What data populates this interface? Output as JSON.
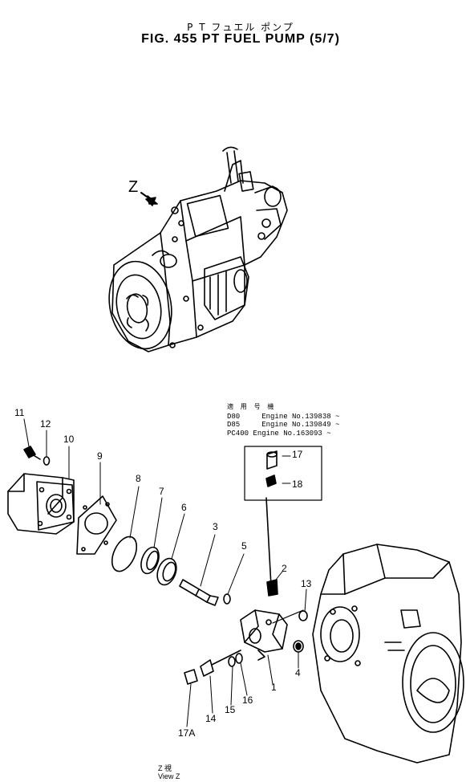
{
  "header": {
    "title_jp": "P T  フュエル ポンプ",
    "title": "FIG. 455  PT FUEL PUMP (5/7)"
  },
  "view_arrow_label": "Z",
  "applicability": {
    "header_jp": "適 用 号 機",
    "rows": [
      {
        "model": "D80",
        "engine": "Engine No.139838 ~"
      },
      {
        "model": "D85",
        "engine": "Engine No.139849 ~"
      },
      {
        "model": "PC400",
        "engine": "Engine No.163093 ~"
      }
    ]
  },
  "callouts": [
    "1",
    "2",
    "3",
    "4",
    "5",
    "6",
    "7",
    "8",
    "9",
    "10",
    "11",
    "12",
    "13",
    "14",
    "15",
    "16",
    "17",
    "17A",
    "18"
  ],
  "view_caption": {
    "jp": "Z  視",
    "en": "View Z"
  }
}
